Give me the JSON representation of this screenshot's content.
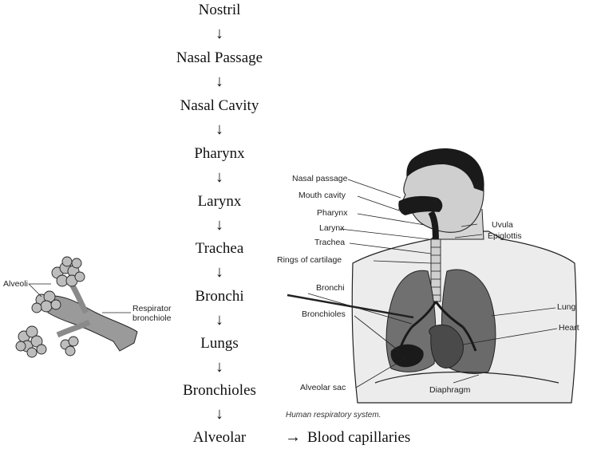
{
  "flow": {
    "steps": [
      "Nostril",
      "Nasal Passage",
      "Nasal Cavity",
      "Pharynx",
      "Larynx",
      "Trachea",
      "Bronchi",
      "Lungs",
      "Bronchioles",
      "Alveolar"
    ],
    "arrow_glyph": "↓",
    "final_arrow": "→",
    "final_target": "Blood capillaries"
  },
  "body_figure": {
    "labels": {
      "nasal_passage": "Nasal passage",
      "mouth_cavity": "Mouth cavity",
      "pharynx": "Pharynx",
      "larynx": "Larynx",
      "trachea": "Trachea",
      "rings": "Rings of cartilage",
      "bronchi": "Bronchi",
      "bronchioles": "Bronchioles",
      "alveolar_sac": "Alveolar sac",
      "uvula": "Uvula",
      "epiglottis": "Epiglottis",
      "lung": "Lung",
      "heart": "Heart",
      "diaphragm": "Diaphragm"
    },
    "caption": "Human respiratory system."
  },
  "alveoli_figure": {
    "alveoli": "Alveoli",
    "respirator_l1": "Respirator",
    "respirator_l2": "bronchiole"
  },
  "colors": {
    "ink": "#111111",
    "shade": "#6f6f6f",
    "dark": "#1a1a1a"
  }
}
